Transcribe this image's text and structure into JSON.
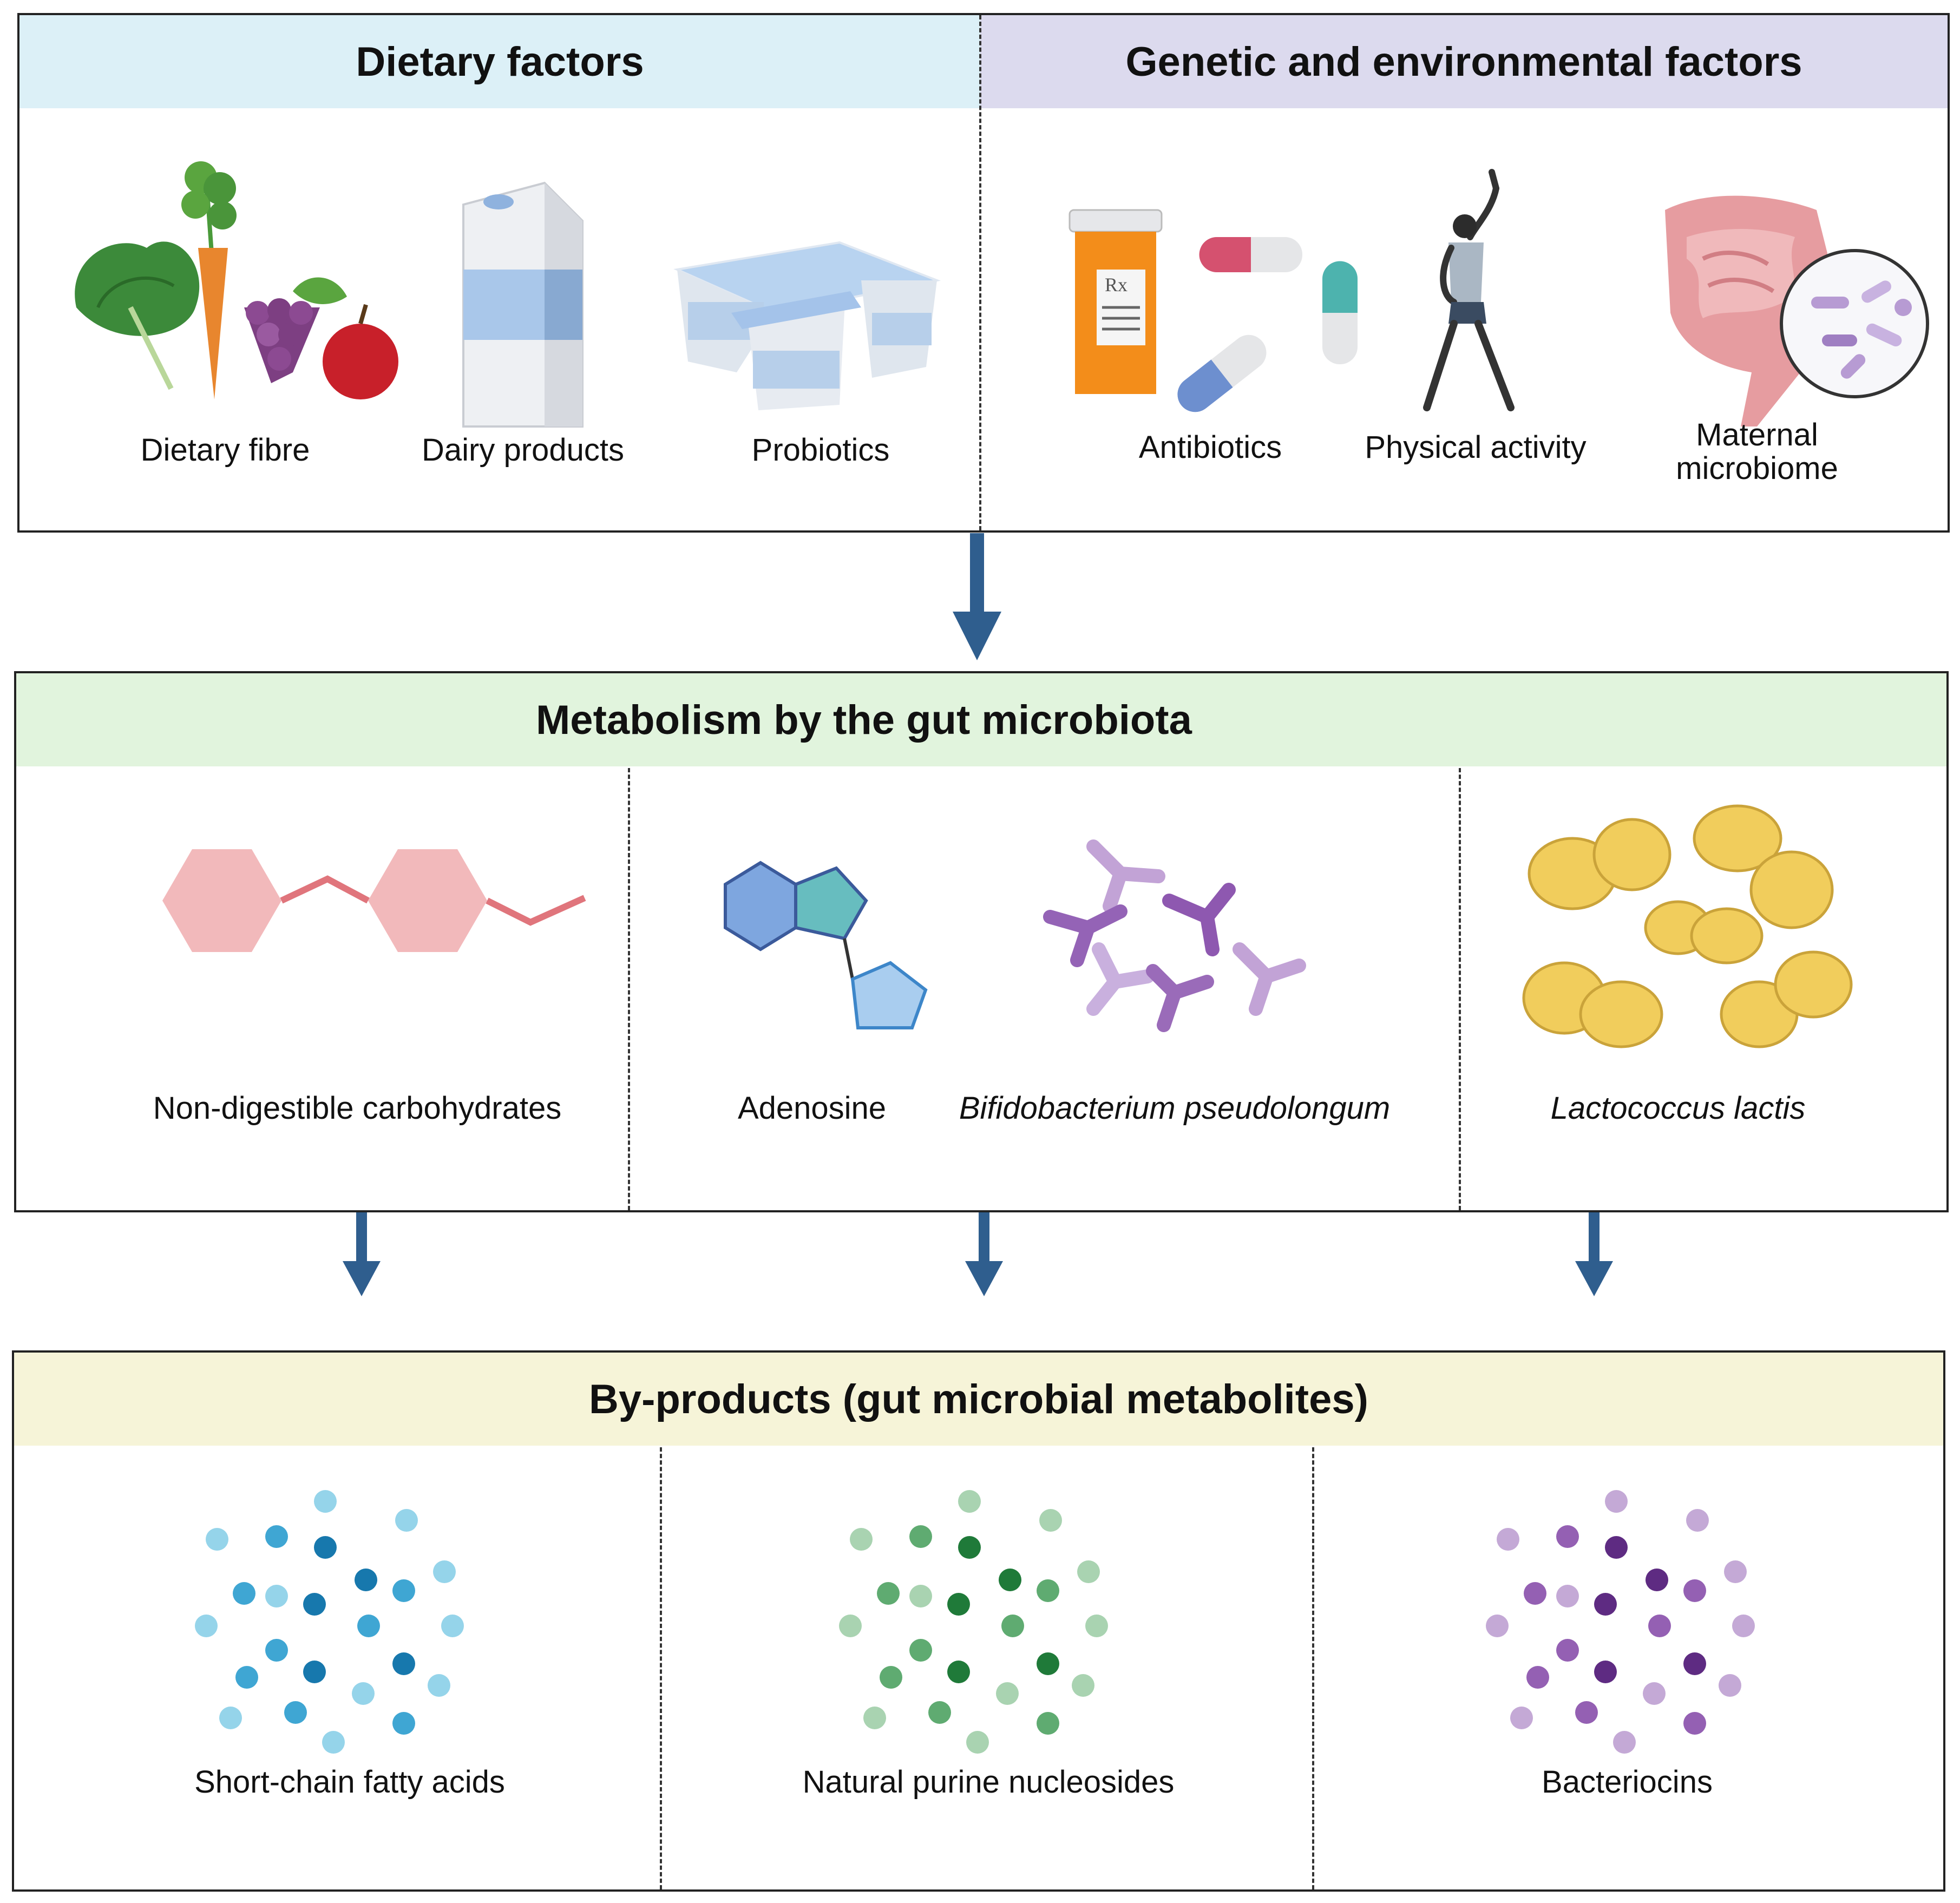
{
  "panel_top": {
    "dietary_header": "Dietary factors",
    "genetic_header": "Genetic and environmental factors",
    "items": {
      "dietary_fibre": "Dietary fibre",
      "dairy_products": "Dairy products",
      "probiotics": "Probiotics",
      "antibiotics": "Antibiotics",
      "physical_activity": "Physical activity",
      "maternal_microbiome": "Maternal microbiome"
    },
    "rx_symbol": "Rx"
  },
  "panel_middle": {
    "header": "Metabolism by the gut microbiota",
    "items": {
      "non_digestible_carbohydrates": "Non-digestible carbohydrates",
      "adenosine": "Adenosine",
      "bifidobacterium": "Bifidobacterium pseudolongum",
      "lactococcus": "Lactococcus lactis"
    }
  },
  "panel_bottom": {
    "header": "By-products (gut microbial metabolites)",
    "items": {
      "scfa": "Short-chain fatty acids",
      "purine_nucleosides": "Natural purine nucleosides",
      "bacteriocins": "Bacteriocins"
    }
  },
  "colors": {
    "dietary_header_bg": "#dcf0f7",
    "genetic_header_bg": "#dcdaee",
    "middle_header_bg": "#e1f4dd",
    "bottom_header_bg": "#f6f4d8",
    "arrow": "#2f5e8e",
    "carb": "#f2b9bb",
    "scfa_dots": [
      "#95d4ea",
      "#3fa6d3",
      "#1778ad"
    ],
    "purine_dots": [
      "#a9d3b1",
      "#5fab71",
      "#1f7a39"
    ],
    "bacteriocin_dots": [
      "#c4a9d6",
      "#9460b3",
      "#5e2b82"
    ]
  }
}
